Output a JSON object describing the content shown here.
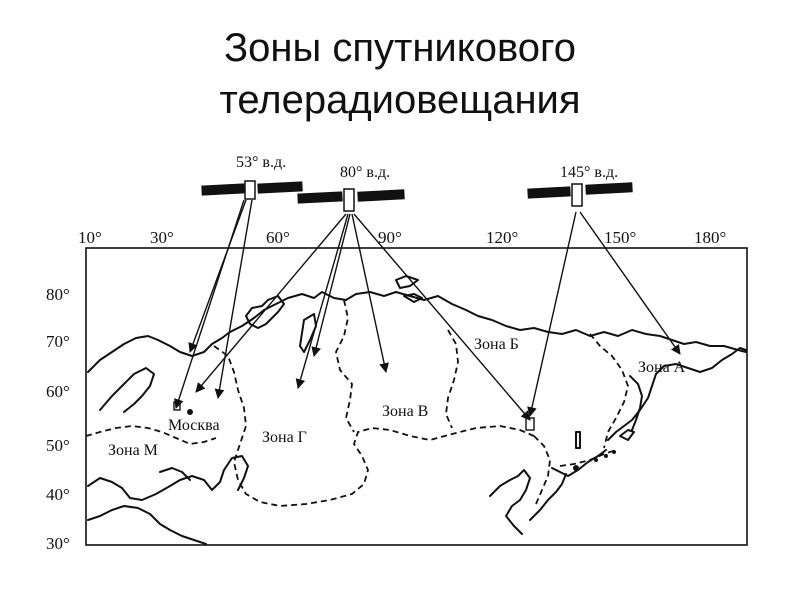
{
  "title": {
    "line1": "Зоны спутникового",
    "line2": "телерадиовещания"
  },
  "satellites": [
    {
      "label": "53° в.д."
    },
    {
      "label": "80° в.д."
    },
    {
      "label": "145° в.д."
    }
  ],
  "longitude_ticks": [
    "10°",
    "30°",
    "60°",
    "90°",
    "120°",
    "150°",
    "180°"
  ],
  "latitude_ticks": [
    "80°",
    "70°",
    "60°",
    "50°",
    "40°",
    "30°"
  ],
  "zones": {
    "a": "Зона А",
    "b": "Зона Б",
    "v": "Зона В",
    "g": "Зона Г",
    "m": "Зона М"
  },
  "cities": {
    "moscow": "Москва"
  },
  "colors": {
    "line": "#111111",
    "background": "#ffffff"
  }
}
